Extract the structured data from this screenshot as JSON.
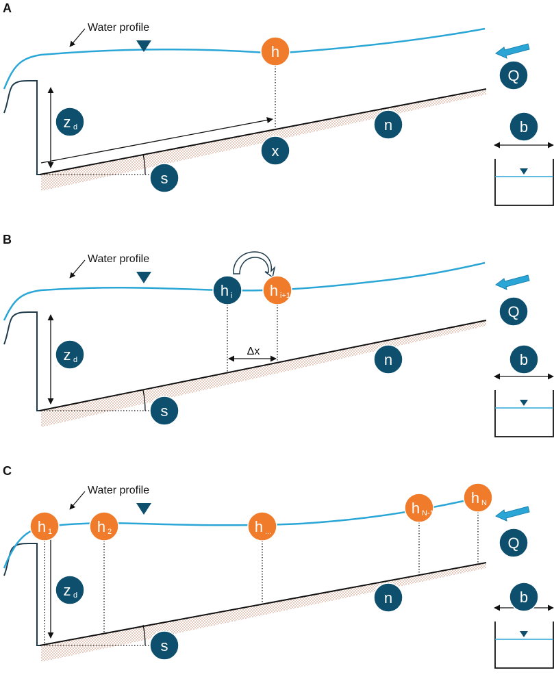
{
  "colors": {
    "water": "#2aa6d6",
    "navy": "#0e4f6e",
    "orange": "#f07b2b",
    "soil": "#c1856a",
    "ink": "#111111"
  },
  "panels": [
    {
      "label": "A",
      "water_profile_label": "Water profile",
      "variables": [
        {
          "key": "h",
          "main": "h",
          "sub": "",
          "color": "orange"
        },
        {
          "key": "zd",
          "main": "z",
          "sub": "d",
          "color": "navy"
        },
        {
          "key": "x",
          "main": "x",
          "sub": "",
          "color": "navy"
        },
        {
          "key": "n",
          "main": "n",
          "sub": "",
          "color": "navy"
        },
        {
          "key": "s",
          "main": "s",
          "sub": "",
          "color": "navy"
        },
        {
          "key": "Q",
          "main": "Q",
          "sub": "",
          "color": "navy"
        },
        {
          "key": "b",
          "main": "b",
          "sub": "",
          "color": "navy"
        }
      ]
    },
    {
      "label": "B",
      "water_profile_label": "Water profile",
      "dx_label": "Δx",
      "variables": [
        {
          "key": "hi",
          "main": "h",
          "sub": "i",
          "color": "navy"
        },
        {
          "key": "hi1",
          "main": "h",
          "sub": "i+1",
          "color": "orange"
        },
        {
          "key": "zd",
          "main": "z",
          "sub": "d",
          "color": "navy"
        },
        {
          "key": "n",
          "main": "n",
          "sub": "",
          "color": "navy"
        },
        {
          "key": "s",
          "main": "s",
          "sub": "",
          "color": "navy"
        },
        {
          "key": "Q",
          "main": "Q",
          "sub": "",
          "color": "navy"
        },
        {
          "key": "b",
          "main": "b",
          "sub": "",
          "color": "navy"
        }
      ]
    },
    {
      "label": "C",
      "water_profile_label": "Water profile",
      "variables": [
        {
          "key": "h1",
          "main": "h",
          "sub": "1",
          "color": "orange"
        },
        {
          "key": "h2",
          "main": "h",
          "sub": "2",
          "color": "orange"
        },
        {
          "key": "hdots",
          "main": "h",
          "sub": "...",
          "color": "orange"
        },
        {
          "key": "hN1",
          "main": "h",
          "sub": "N-1",
          "color": "orange"
        },
        {
          "key": "hN",
          "main": "h",
          "sub": "N",
          "color": "orange"
        },
        {
          "key": "zd",
          "main": "z",
          "sub": "d",
          "color": "navy"
        },
        {
          "key": "n",
          "main": "n",
          "sub": "",
          "color": "navy"
        },
        {
          "key": "s",
          "main": "s",
          "sub": "",
          "color": "navy"
        },
        {
          "key": "Q",
          "main": "Q",
          "sub": "",
          "color": "navy"
        },
        {
          "key": "b",
          "main": "b",
          "sub": "",
          "color": "navy"
        }
      ]
    }
  ]
}
